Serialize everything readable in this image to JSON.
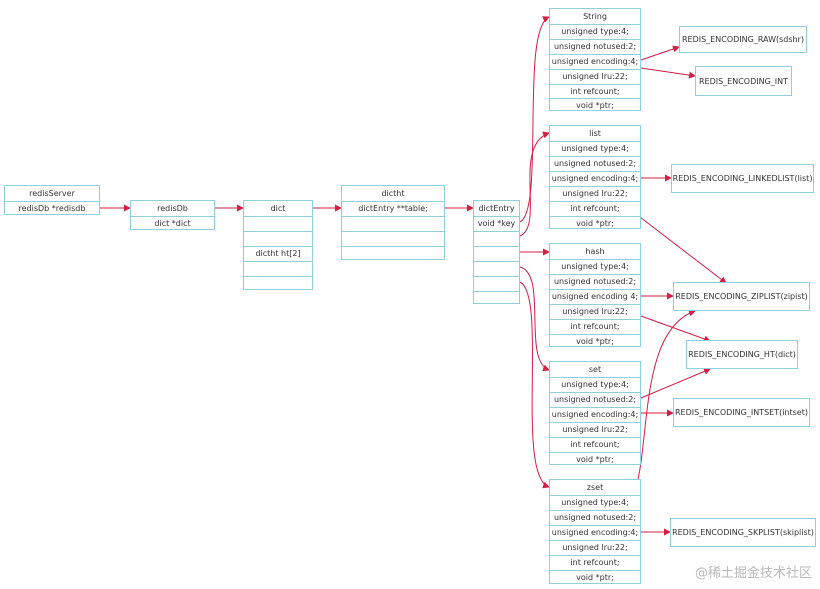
{
  "colors": {
    "box_border": "#8ecfe0",
    "arrow": "#d11f46",
    "text": "#333333"
  },
  "redisServer": {
    "title": "redisServer",
    "field": "redisDb *redisdb"
  },
  "redisDb": {
    "title": "redisDb",
    "field": "dict *dict"
  },
  "dict": {
    "title": "dict",
    "field": "dictht ht[2]"
  },
  "dictht": {
    "title": "dictht",
    "field": "dictEntry **table;"
  },
  "dictEntry": {
    "title": "dictEntry",
    "field": "void *key"
  },
  "objects": [
    {
      "title": "String",
      "fields": [
        "unsigned type:4;",
        "unsigned notused:2;",
        "unsigned encoding:4;",
        "unsigned lru:22;",
        "int refcount;",
        "void *ptr;"
      ]
    },
    {
      "title": "list",
      "fields": [
        "unsigned type:4;",
        "unsigned notused:2;",
        "unsigned encoding:4;",
        "unsigned lru:22;",
        "int refcount;",
        "void *ptr;"
      ]
    },
    {
      "title": "hash",
      "fields": [
        "unsigned type:4;",
        "unsigned notused:2;",
        "unsigned encoding 4;",
        "unsigned lru:22;",
        "int refcount;",
        "void *ptr;"
      ]
    },
    {
      "title": "set",
      "fields": [
        "unsigned type:4;",
        "unsigned notused:2;",
        "unsigned encoding:4;",
        "unsigned lru:22;",
        "int refcount;",
        "void *ptr;"
      ]
    },
    {
      "title": "zset",
      "fields": [
        "unsigned type:4;",
        "unsigned notused:2;",
        "unsigned encoding:4;",
        "unsigned lru:22;",
        "int refcount;",
        "void *ptr;"
      ]
    }
  ],
  "encodings": {
    "raw": "REDIS_ENCODING_RAW(sdshr)",
    "int": "REDIS_ENCODING_INT",
    "linkedlist": "REDIS_ENCODING_LINKEDLIST(list)",
    "ziplist": "REDIS_ENCODING_ZIPLIST(zipist)",
    "ht": "REDIS_ENCODING_HT(dict)",
    "intset": "REDIS_ENCODING_INTSET(intset)",
    "skiplist": "REDIS_ENCODING_SKPLIST(skiplist)"
  },
  "watermark": "@稀土掘金技术社区"
}
